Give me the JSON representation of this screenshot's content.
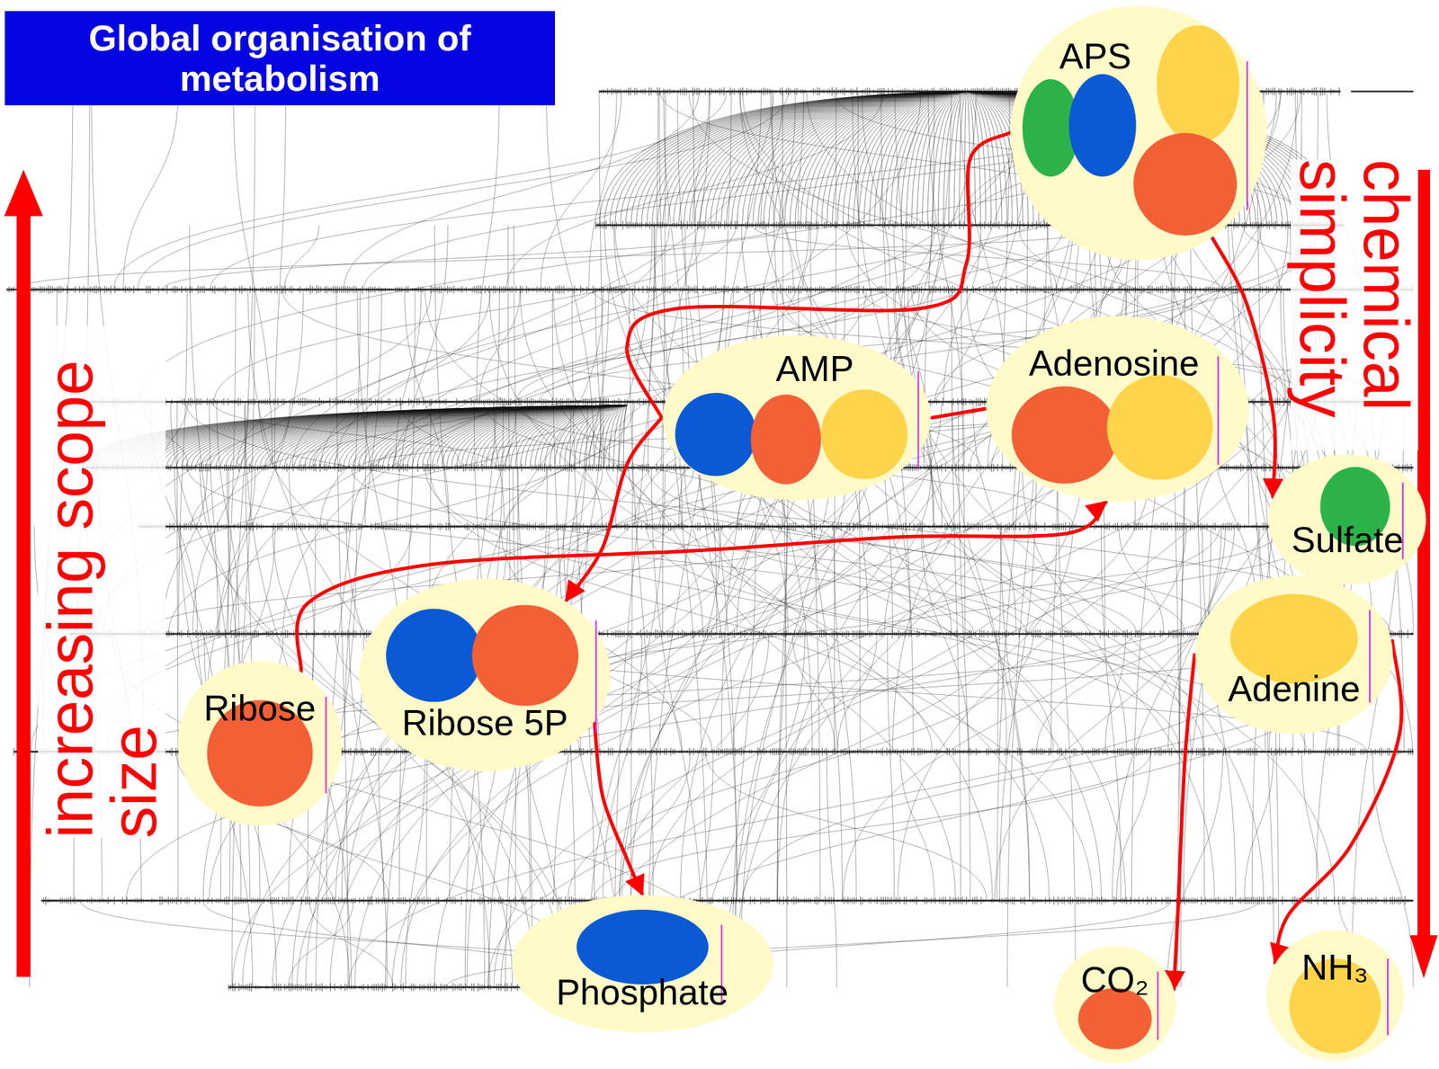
{
  "diagram": {
    "title": "Global organisation of metabolism",
    "nodes": [
      {
        "text": [
          "APS"
        ]
      },
      {
        "text": [
          "AMP"
        ]
      },
      {
        "text": [
          "Adenosine"
        ]
      },
      {
        "text": [
          "Sulfate"
        ]
      },
      {
        "text": [
          "Ribose 5P"
        ]
      },
      {
        "text": [
          "Ribose"
        ]
      },
      {
        "text": [
          "Adenine"
        ]
      },
      {
        "text": [
          "Phosphate"
        ]
      },
      {
        "text": [
          "CO₂"
        ]
      },
      {
        "text": [
          "NH₃"
        ]
      }
    ],
    "edges": [
      {
        "from": 0,
        "to": 1,
        "arrow": "none"
      },
      {
        "from": 1,
        "to": 2,
        "arrow": "none"
      },
      {
        "from": 1,
        "to": 4,
        "arrow": "to"
      },
      {
        "from": 4,
        "to": 7,
        "arrow": "to"
      },
      {
        "from": 5,
        "to": 2,
        "arrow": "to"
      },
      {
        "from": 0,
        "to": 3,
        "arrow": "to"
      },
      {
        "from": 6,
        "to": 8,
        "arrow": "to"
      },
      {
        "from": 6,
        "to": 9,
        "arrow": "to"
      }
    ],
    "labels": [
      "increasing scope size",
      "chemical simplicity"
    ]
  }
}
